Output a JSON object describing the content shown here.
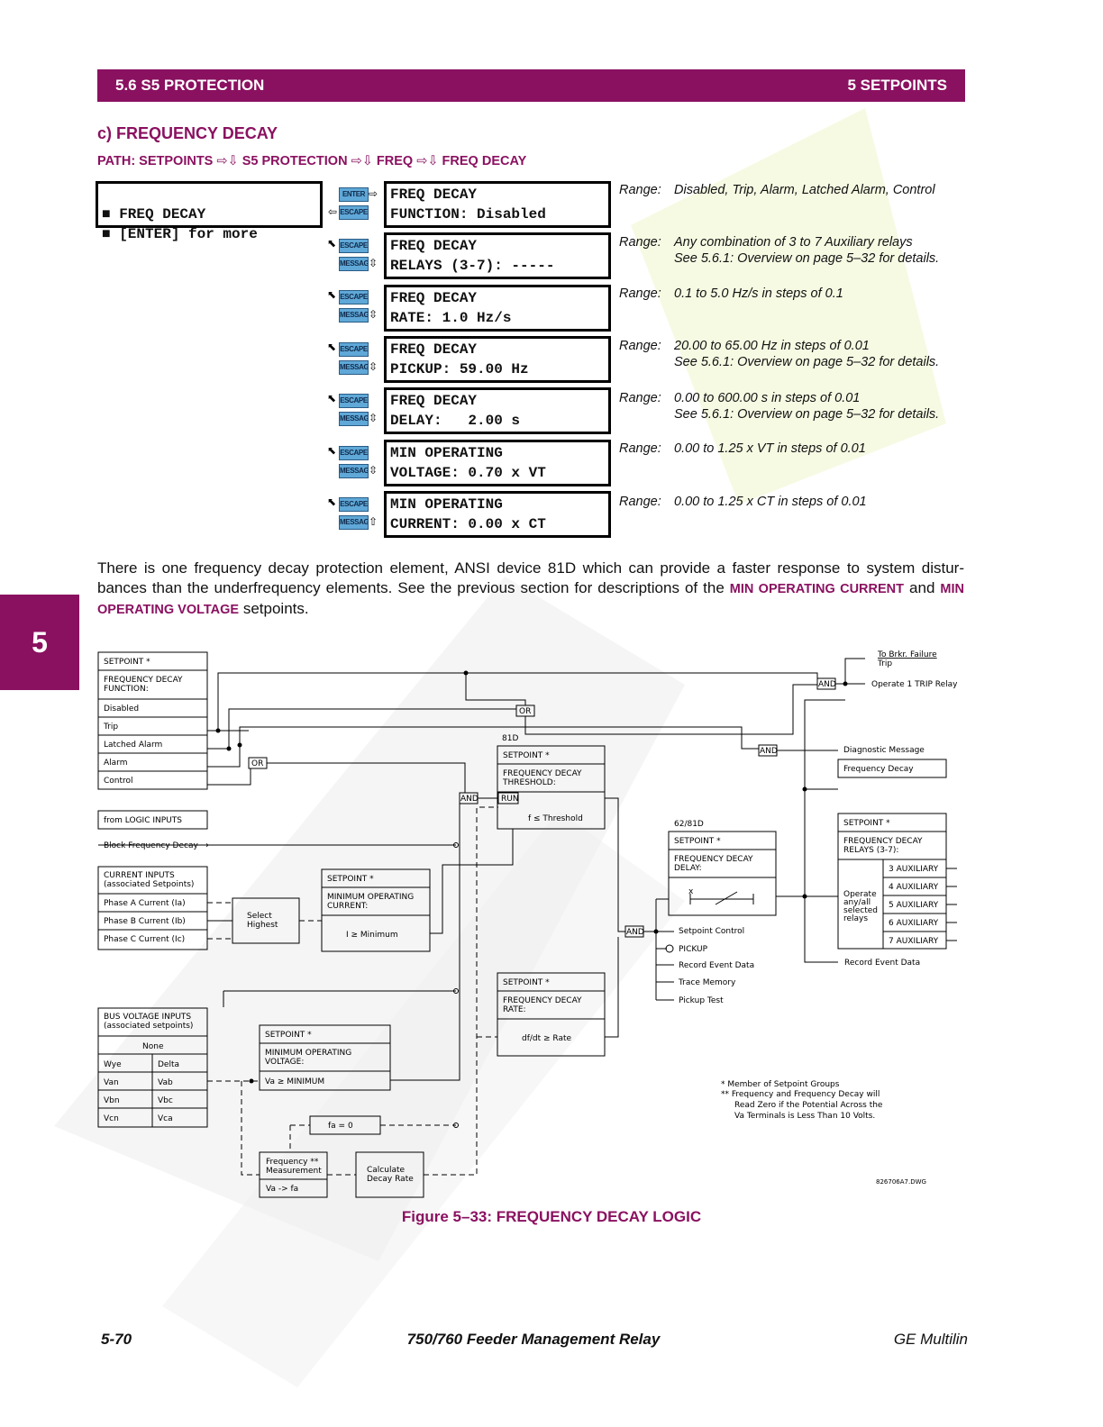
{
  "header": {
    "left": "5.6 S5 PROTECTION",
    "right": "5 SETPOINTS"
  },
  "section_title": "c) FREQUENCY DECAY",
  "path": {
    "label": "PATH: SETPOINTS",
    "steps": [
      "S5 PROTECTION",
      "FREQ",
      "FREQ DECAY"
    ]
  },
  "menu_display": {
    "line1": "FREQ DECAY",
    "line2": "[ENTER] for more"
  },
  "keys": {
    "enter": "ENTER",
    "escape": "ESCAPE",
    "message": "MESSAGE"
  },
  "settings": [
    {
      "line1": "FREQ DECAY",
      "line2": "FUNCTION: Disabled",
      "range_label": "Range:",
      "range": "Disabled, Trip, Alarm, Latched Alarm, Control",
      "note": ""
    },
    {
      "line1": "FREQ DECAY",
      "line2": "RELAYS (3-7): -----",
      "range_label": "Range:",
      "range": "Any combination of 3 to 7 Auxiliary relays",
      "note": "See 5.6.1: Overview on page 5–32 for details."
    },
    {
      "line1": "FREQ DECAY",
      "line2": "RATE: 1.0 Hz/s",
      "range_label": "Range:",
      "range": "0.1 to 5.0 Hz/s in steps of 0.1",
      "note": ""
    },
    {
      "line1": "FREQ DECAY",
      "line2": "PICKUP: 59.00 Hz",
      "range_label": "Range:",
      "range": "20.00 to 65.00 Hz in steps of 0.01",
      "note": "See 5.6.1: Overview on page 5–32 for details."
    },
    {
      "line1": "FREQ DECAY",
      "line2": "DELAY:   2.00 s",
      "range_label": "Range:",
      "range": "0.00 to 600.00 s in steps of 0.01",
      "note": "See 5.6.1: Overview on page 5–32 for details."
    },
    {
      "line1": "MIN OPERATING",
      "line2": "VOLTAGE: 0.70 x VT",
      "range_label": "Range:",
      "range": "0.00 to 1.25 x VT in steps of 0.01",
      "note": ""
    },
    {
      "line1": "MIN OPERATING",
      "line2": "CURRENT: 0.00 x CT",
      "range_label": "Range:",
      "range": "0.00 to 1.25 x CT in steps of 0.01",
      "note": ""
    }
  ],
  "body": {
    "p1": "There is one frequency decay protection element, ANSI device 81D which can provide a faster response to system distur-bances than the underfrequency elements. See the previous section for descriptions of the",
    "sp1": "MIN OPERATING CURRENT",
    "and": "and",
    "sp2": "MIN OPERATING VOLTAGE",
    "end": "setpoints."
  },
  "side_tab": "5",
  "diagram": {
    "setpoint": "SETPOINT  *",
    "function_title": [
      "FREQUENCY  DECAY",
      "FUNCTION:"
    ],
    "function_options": [
      "Disabled",
      "Trip",
      "Latched  Alarm",
      "Alarm",
      "Control"
    ],
    "logic_inputs": "from  LOGIC  INPUTS",
    "block": "Block  Frequency  Decay",
    "current_inputs": [
      "CURRENT  INPUTS",
      "(associated  Setpoints)"
    ],
    "phases": [
      "Phase  A  Current  (Ia)",
      "Phase  B  Current  (Ib)",
      "Phase  C  Current  (Ic)"
    ],
    "select_highest": [
      "Select",
      "Highest"
    ],
    "min_current_title": [
      "MINIMUM  OPERATING",
      "CURRENT:"
    ],
    "min_current_cond": "I  ≥  Minimum",
    "bus_voltage": [
      "BUS  VOLTAGE  INPUTS",
      "(associated  setpoints)"
    ],
    "none": "None",
    "wye": [
      "Wye",
      "Van",
      "Vbn",
      "Vcn"
    ],
    "delta": [
      "Delta",
      "Vab",
      "Vbc",
      "Vca"
    ],
    "min_voltage_title": [
      "MINIMUM  OPERATING",
      "VOLTAGE:"
    ],
    "min_voltage_cond": "Va  ≥  MINIMUM",
    "fa_zero": "fa  =  0",
    "freq_meas": [
      "Frequency  **",
      "Measurement",
      "Va  ->  fa"
    ],
    "calc_decay": [
      "Calculate",
      "Decay  Rate"
    ],
    "gate_or": "OR",
    "gate_and": "AND",
    "label_81d": "81D",
    "threshold_title": [
      "FREQUENCY  DECAY",
      "THRESHOLD:"
    ],
    "run": "RUN",
    "threshold_cond": "f  ≤  Threshold",
    "rate_title": [
      "FREQUENCY  DECAY",
      "RATE:"
    ],
    "rate_cond": "df/dt  ≥  Rate",
    "label_6281d": "62/81D",
    "delay_title": [
      "FREQUENCY  DECAY",
      "DELAY:"
    ],
    "delay_x": "x",
    "outputs": [
      "Setpoint  Control",
      "PICKUP",
      "Record  Event  Data",
      "Trace  Memory",
      "Pickup  Test"
    ],
    "brkr_failure": [
      "To  Brkr.  Failure",
      "Trip"
    ],
    "trip_relay": "Operate  1  TRIP  Relay",
    "diag_msg": "Diagnostic  Message",
    "freq_decay_msg": "Frequency  Decay",
    "relays_title": [
      "FREQUENCY  DECAY",
      "RELAYS  (3-7):"
    ],
    "operate_relays": [
      "Operate",
      "any/all",
      "selected",
      "relays"
    ],
    "aux": [
      "3  AUXILIARY",
      "4  AUXILIARY",
      "5  AUXILIARY",
      "6  AUXILIARY",
      "7  AUXILIARY"
    ],
    "record_event": "Record  Event  Data",
    "notes": [
      "*   Member  of  Setpoint  Groups",
      "**  Frequency  and  Frequency  Decay  will",
      "Read  Zero  if  the  Potential  Across  the",
      "Va  Terminals  is  Less  Than  10  Volts."
    ],
    "dwg": "826706A7.DWG"
  },
  "figure_caption": "Figure 5–33: FREQUENCY DECAY LOGIC",
  "footer": {
    "left": "5-70",
    "center": "750/760 Feeder Management Relay",
    "right": "GE Multilin"
  },
  "colors": {
    "accent": "#8a1160",
    "key_blue": "#5fa8d8"
  }
}
